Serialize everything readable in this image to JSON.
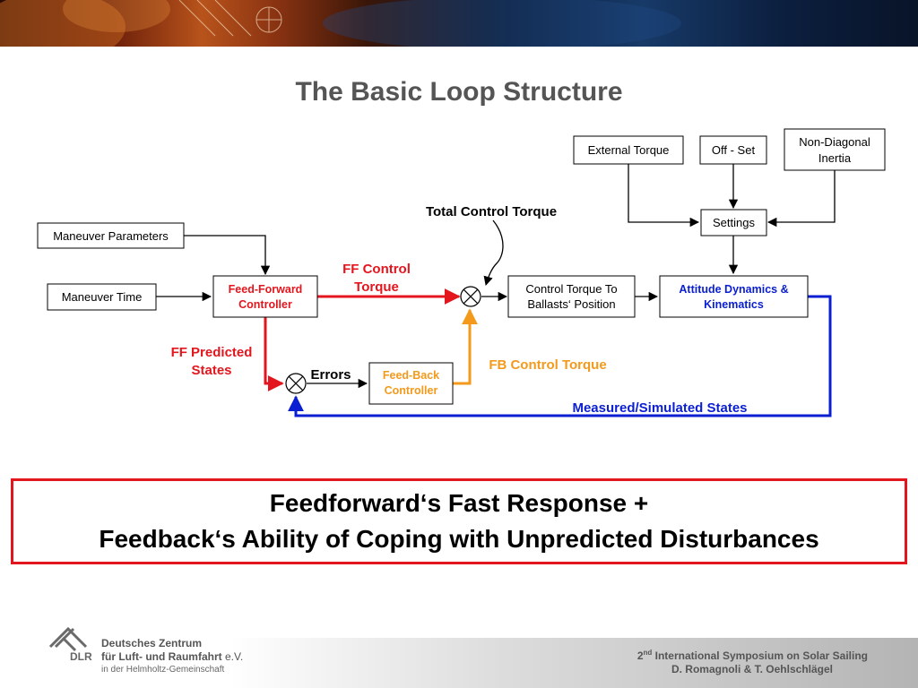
{
  "slide": {
    "title": "The Basic Loop Structure"
  },
  "diagram": {
    "boxes": {
      "maneuver_parameters": "Maneuver Parameters",
      "maneuver_time": "Maneuver Time",
      "ff_controller_line1": "Feed-Forward",
      "ff_controller_line2": "Controller",
      "fb_controller_line1": "Feed-Back",
      "fb_controller_line2": "Controller",
      "ctrl_torque_line1": "Control Torque To",
      "ctrl_torque_line2": "Ballasts‘ Position",
      "attitude_line1": "Attitude Dynamics &",
      "attitude_line2": "Kinematics",
      "external_torque": "External Torque",
      "offset": "Off - Set",
      "non_diag_line1": "Non-Diagonal",
      "non_diag_line2": "Inertia",
      "settings": "Settings"
    },
    "labels": {
      "total_control_torque": "Total Control Torque",
      "ff_control_line1": "FF Control",
      "ff_control_line2": "Torque",
      "ff_predicted_line1": "FF Predicted",
      "ff_predicted_line2": "States",
      "errors": "Errors",
      "fb_control_torque": "FB Control Torque",
      "measured_states": "Measured/Simulated States"
    },
    "colors": {
      "feedforward": "#e3161e",
      "feedback": "#f39a1c",
      "measured": "#0a1ed2",
      "attitude_text": "#0a1ed2"
    }
  },
  "summary": {
    "line1": "Feedforward‘s Fast Response +",
    "line2": "Feedback‘s Ability of Coping with Unpredicted Disturbances"
  },
  "footer": {
    "org_abbr": "DLR",
    "org_line1": "Deutsches Zentrum",
    "org_line2": "für Luft- und Raumfahrt",
    "org_ev": "e.V.",
    "org_sub": "in der Helmholtz-Gemeinschaft",
    "conference_ord": "2",
    "conference_sup": "nd",
    "conference_rest": " International Symposium on Solar Sailing",
    "authors": "D. Romagnoli & T. Oehlschlägel"
  }
}
